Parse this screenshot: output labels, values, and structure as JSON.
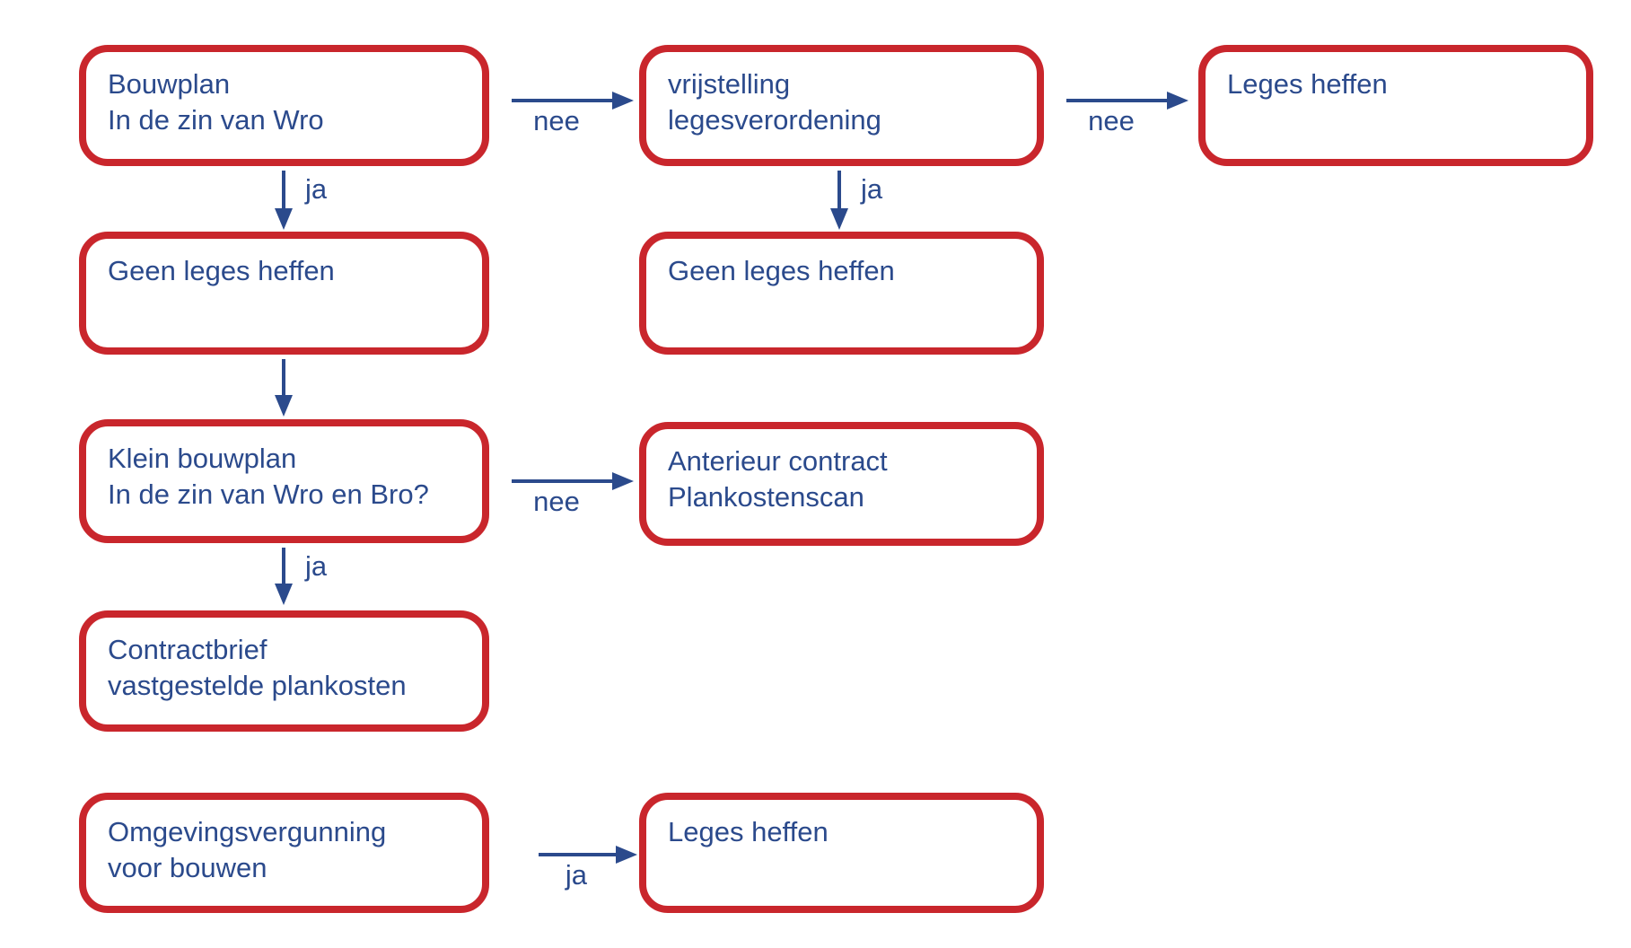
{
  "colors": {
    "box_border": "#C9262C",
    "text_blue": "#2B4A8C",
    "arrow_blue": "#2B4A8C",
    "background": "#FFFFFF"
  },
  "flowchart": {
    "type": "decision-flowchart",
    "language": "nl",
    "nodes": [
      {
        "id": "bouwplan",
        "line1": "Bouwplan",
        "line2": "In de zin van Wro"
      },
      {
        "id": "vrijstelling",
        "line1": "vrijstelling",
        "line2": "legesverordening"
      },
      {
        "id": "leges-heffen-top",
        "line1": "Leges heffen",
        "line2": ""
      },
      {
        "id": "geen-leges-heffen-1",
        "line1": "Geen leges heffen",
        "line2": ""
      },
      {
        "id": "geen-leges-heffen-2",
        "line1": "Geen leges heffen",
        "line2": ""
      },
      {
        "id": "klein-bouwplan",
        "line1": "Klein bouwplan",
        "line2": "In de zin van Wro en Bro?"
      },
      {
        "id": "anterieur-contract",
        "line1": "Anterieur contract",
        "line2": "Plankostenscan"
      },
      {
        "id": "contractbrief",
        "line1": "Contractbrief",
        "line2": "vastgestelde plankosten"
      },
      {
        "id": "omgevingsvergunning",
        "line1": "Omgevingsvergunning",
        "line2": "voor bouwen"
      },
      {
        "id": "leges-heffen-bottom",
        "line1": "Leges heffen",
        "line2": ""
      }
    ],
    "connectors": [
      {
        "from": "bouwplan",
        "to": "vrijstelling",
        "label": "nee",
        "direction": "right"
      },
      {
        "from": "vrijstelling",
        "to": "leges-heffen-top",
        "label": "nee",
        "direction": "right"
      },
      {
        "from": "bouwplan",
        "to": "geen-leges-heffen-1",
        "label": "ja",
        "direction": "down"
      },
      {
        "from": "vrijstelling",
        "to": "geen-leges-heffen-2",
        "label": "ja",
        "direction": "down"
      },
      {
        "from": "geen-leges-heffen-1",
        "to": "klein-bouwplan",
        "label": "",
        "direction": "down"
      },
      {
        "from": "klein-bouwplan",
        "to": "anterieur-contract",
        "label": "nee",
        "direction": "right"
      },
      {
        "from": "klein-bouwplan",
        "to": "contractbrief",
        "label": "ja",
        "direction": "down"
      },
      {
        "from": "omgevingsvergunning",
        "to": "leges-heffen-bottom",
        "label": "ja",
        "direction": "right"
      }
    ]
  }
}
